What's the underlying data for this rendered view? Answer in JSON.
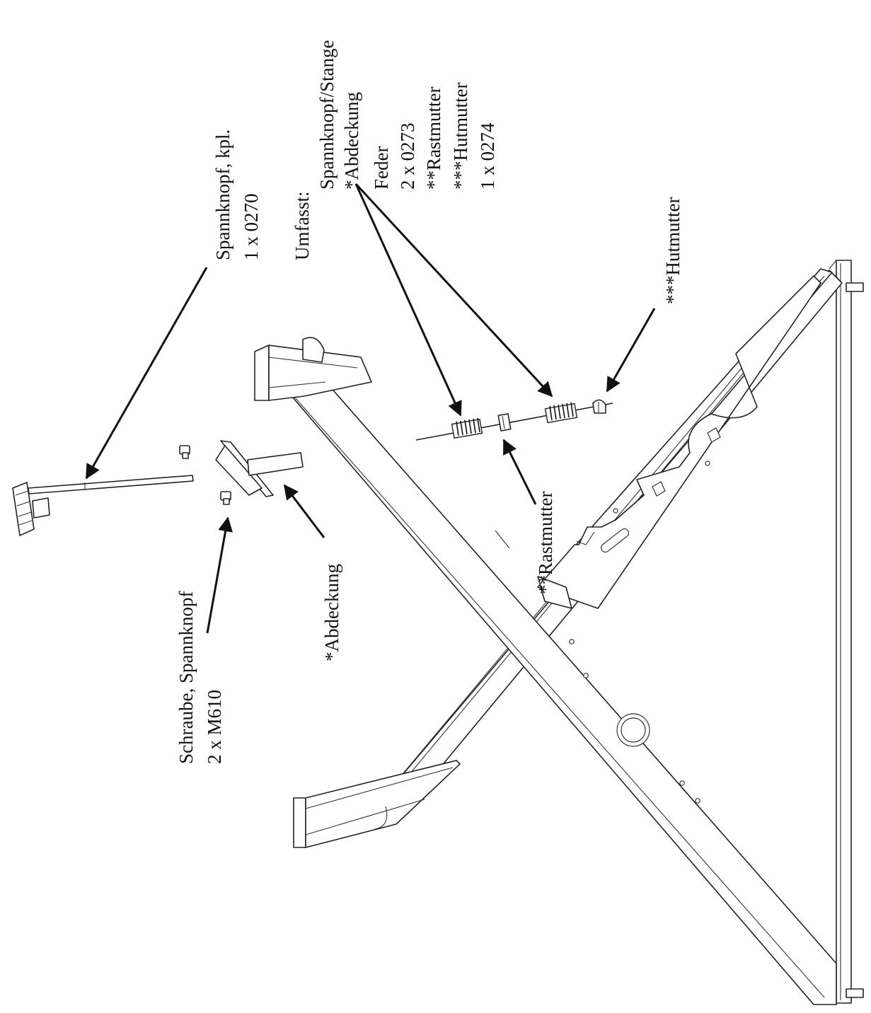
{
  "labels": {
    "spannknopf_kpl": {
      "line1": "Spannknopf, kpl.",
      "line2": "1 x 0270"
    },
    "umfasst": {
      "heading": "Umfasst:",
      "item1": "Spannknopf/Stange",
      "item2": "*Abdeckung",
      "item3": "Feder",
      "item4": "2 x 0273",
      "item5": "**Rastmutter",
      "item6": "***Hutmutter",
      "item7": "1 x 0274"
    },
    "hutmutter": "***Hutmutter",
    "rastmutter": "**Rastmutter",
    "abdeckung": "*Abdeckung",
    "schraube": {
      "line1": "Schraube, Spannknopf",
      "line2": "2 x M610"
    }
  }
}
